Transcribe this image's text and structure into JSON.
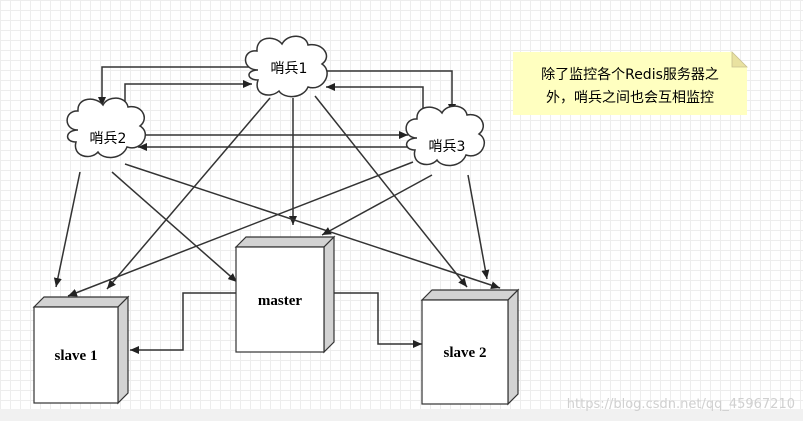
{
  "nodes": {
    "sentinel1": "哨兵1",
    "sentinel2": "哨兵2",
    "sentinel3": "哨兵3",
    "master": "master",
    "slave1": "slave 1",
    "slave2": "slave 2"
  },
  "note": {
    "line1": "除了监控各个Redis服务器之",
    "line2": "外，哨兵之间也会互相监控",
    "color": "#ffffc0"
  },
  "watermark": "https://blog.csdn.net/qq_45967210"
}
